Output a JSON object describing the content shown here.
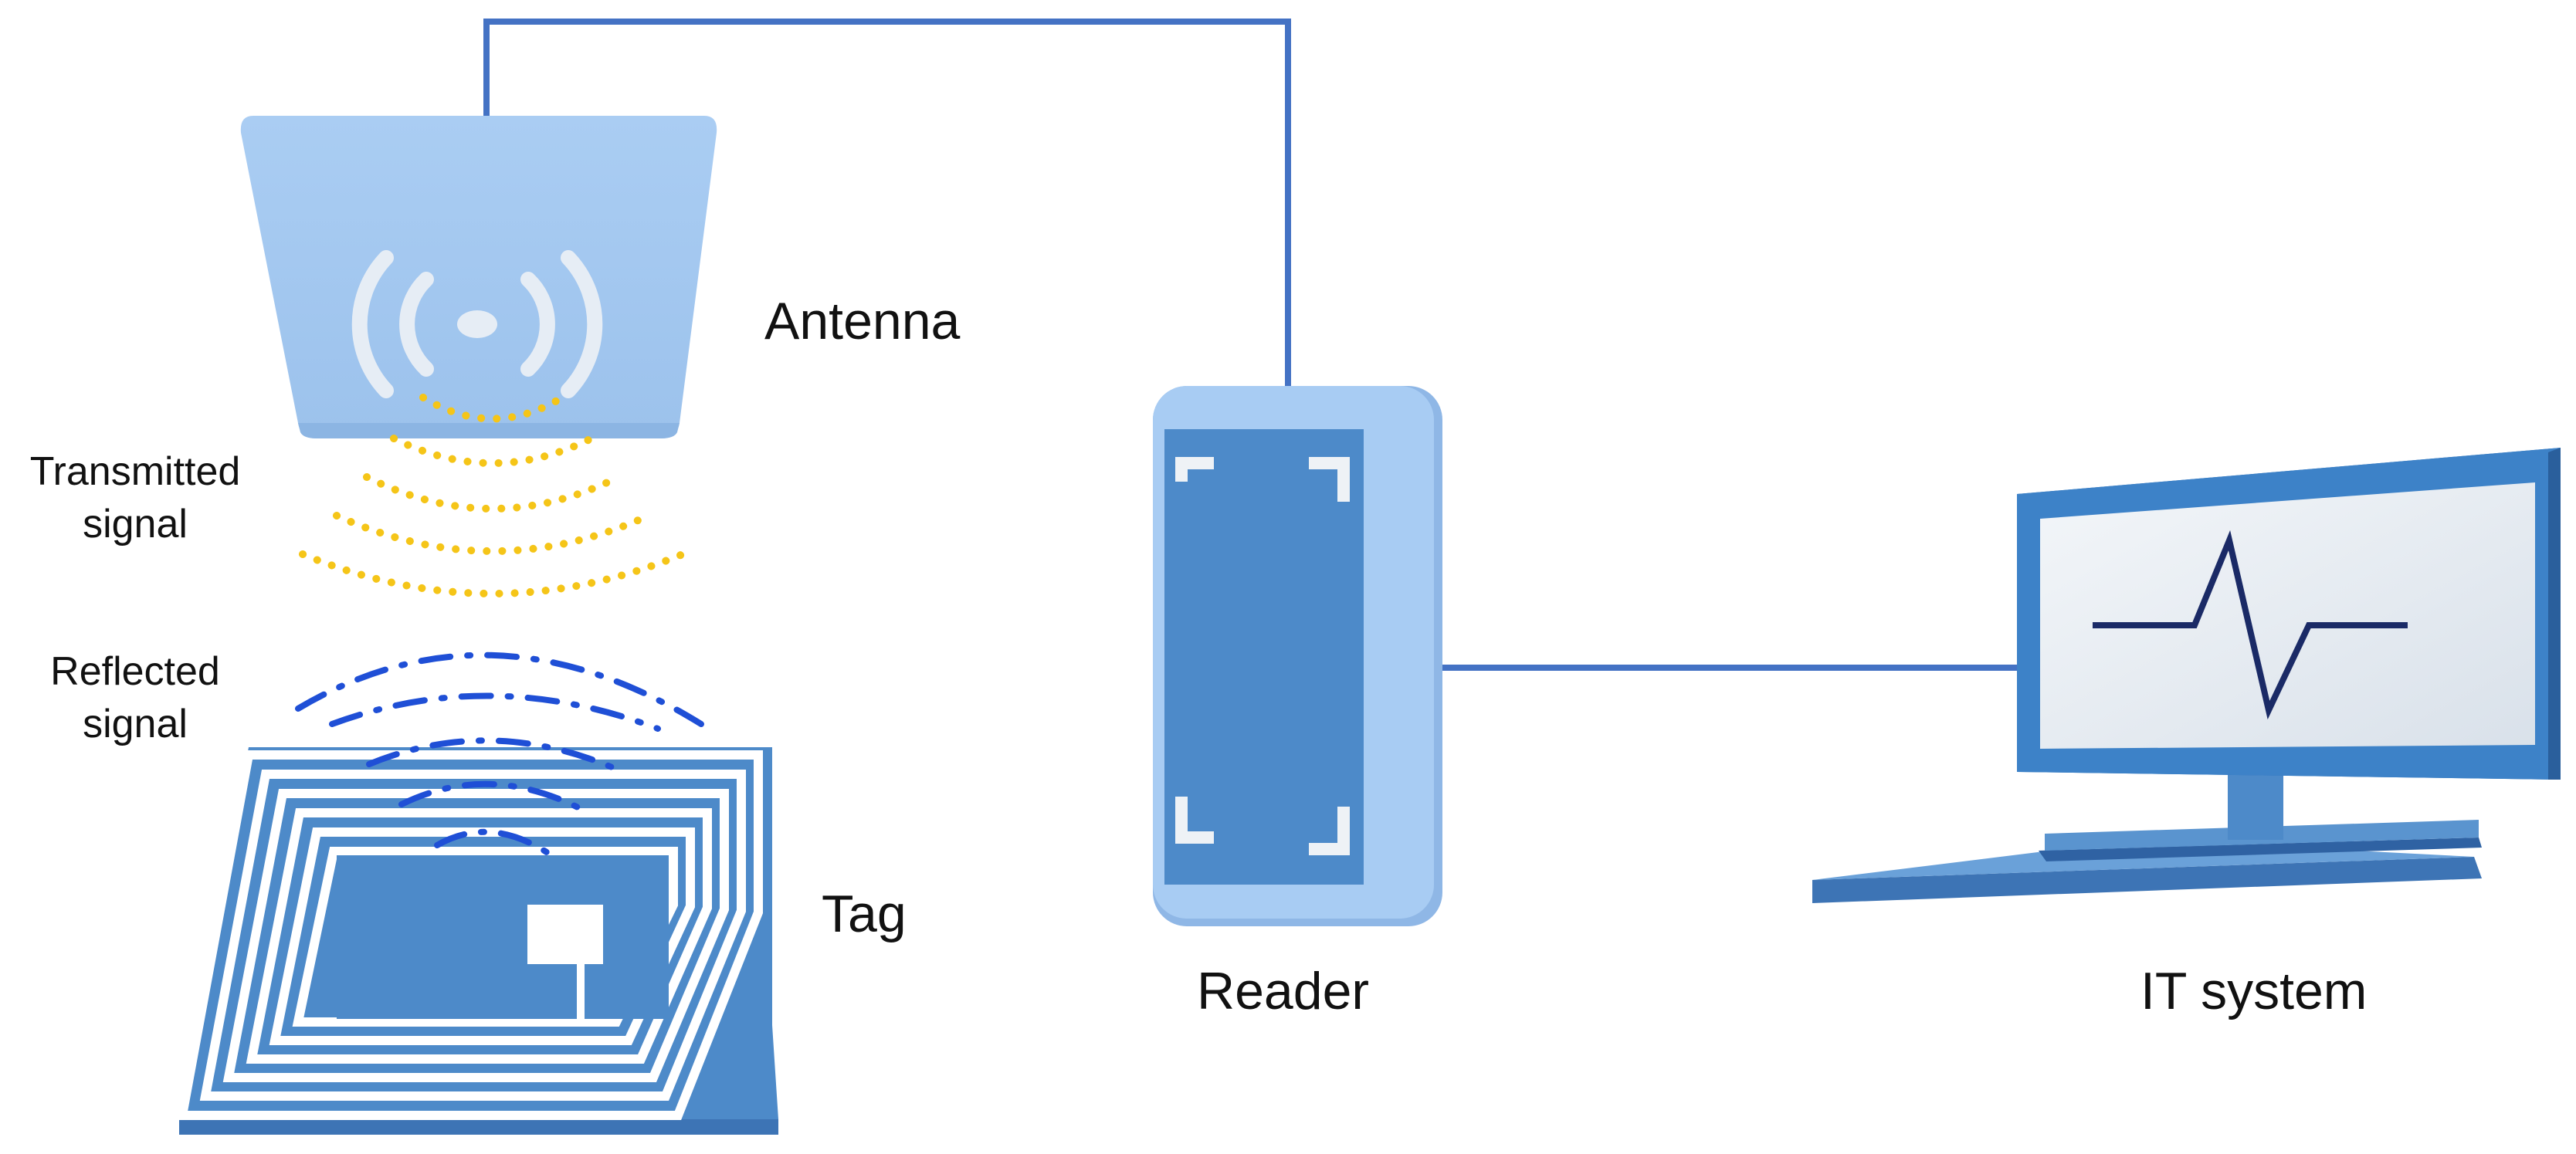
{
  "labels": {
    "antenna": "Antenna",
    "transmitted_line1": "Transmitted",
    "transmitted_line2": "signal",
    "reflected_line1": "Reflected",
    "reflected_line2": "signal",
    "tag": "Tag",
    "reader": "Reader",
    "it_system": "IT system"
  },
  "colors": {
    "light_blue": "#a4c8f0",
    "mid_blue": "#5a94cf",
    "dark_blue": "#3d74b5",
    "connector": "#4472c4",
    "transmitted_wave": "#f5c518",
    "reflected_wave": "#1f4fd6",
    "pulse_line": "#1a2a66",
    "screen": "#e6ecf2"
  },
  "icons": {
    "antenna": "antenna-icon",
    "tag": "rfid-tag-icon",
    "reader": "reader-device-icon",
    "it_system": "computer-monitor-icon"
  }
}
